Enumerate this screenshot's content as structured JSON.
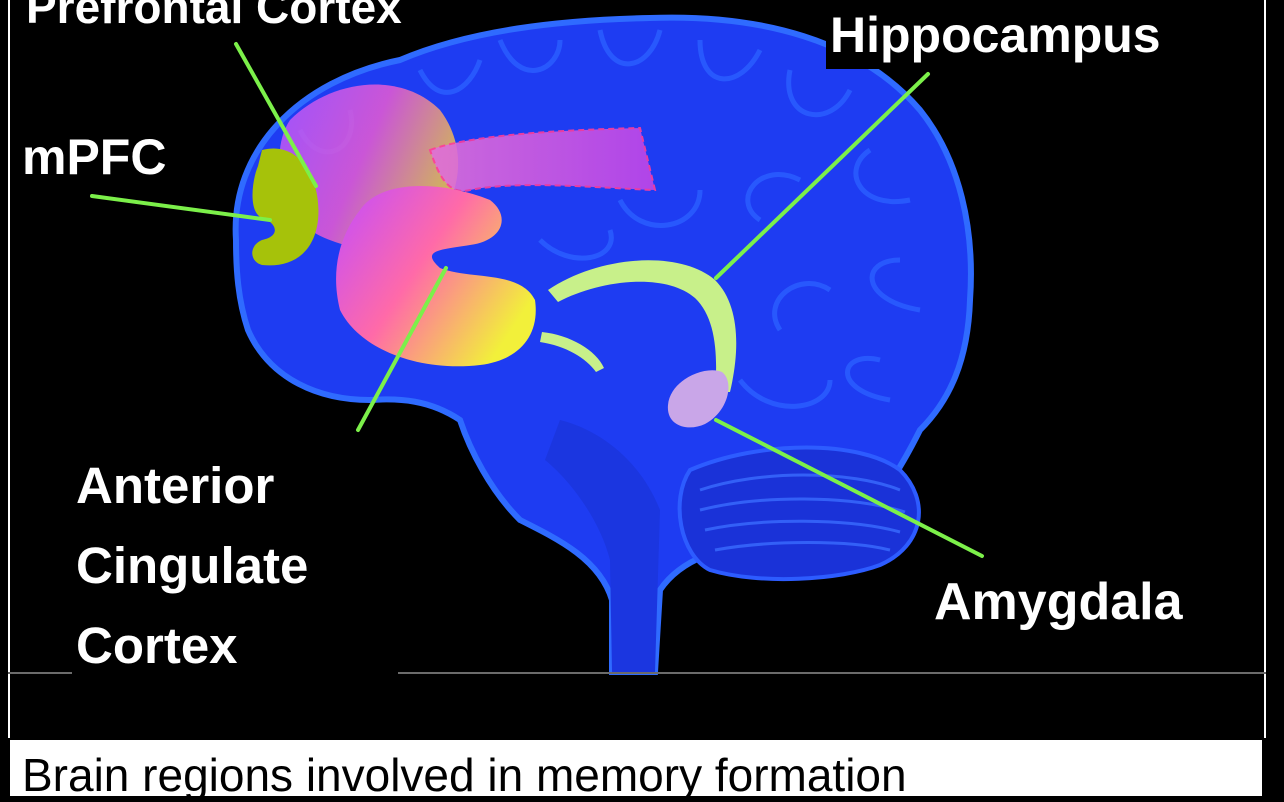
{
  "labels": {
    "prefrontal": "Prefrontal Cortex",
    "hippocampus": "Hippocampus",
    "mpfc": "mPFC",
    "anterior_cingulate": "Anterior\nCingulate\nCortex",
    "amygdala": "Amygdala"
  },
  "caption": "Brain regions involved in memory formation",
  "colors": {
    "brain_fill": "#1f3df5",
    "brain_dark": "#1428c8",
    "brain_outline": "#2e6bff",
    "mpfc": "#a6c20a",
    "hippocampus": "#c8f08a",
    "amygdala": "#c9a6e8",
    "prefrontal": "#d64ee0",
    "cingulate": "#f2d23a",
    "pointer_lines": "#7cf04a",
    "background": "#000000"
  }
}
